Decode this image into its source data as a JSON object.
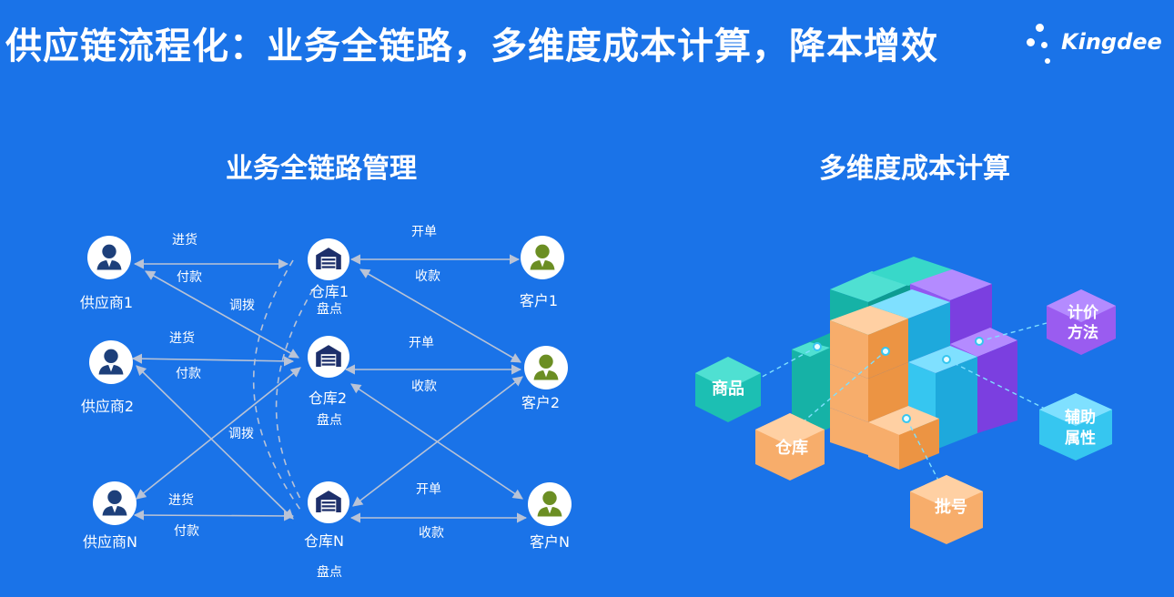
{
  "header": {
    "title": "供应链流程化：业务全链路，多维度成本计算，降本增效",
    "brand": "Kingdee"
  },
  "left": {
    "title": "业务全链路管理",
    "suppliers": [
      "供应商1",
      "供应商2",
      "供应商N"
    ],
    "warehouses": [
      "仓库1",
      "仓库2",
      "仓库N"
    ],
    "customers": [
      "客户1",
      "客户2",
      "客户N"
    ],
    "inventory_check": "盘点",
    "supplier_links": [
      {
        "purchase": "进货",
        "payment": "付款"
      },
      {
        "purchase": "进货",
        "payment": "付款"
      },
      {
        "purchase": "进货",
        "payment": "付款"
      }
    ],
    "customer_links": [
      {
        "billing": "开单",
        "collection": "收款"
      },
      {
        "billing": "开单",
        "collection": "收款"
      },
      {
        "billing": "开单",
        "collection": "收款"
      }
    ],
    "transfer": "调拨"
  },
  "right": {
    "title": "多维度成本计算",
    "dimensions": {
      "goods": "商品",
      "warehouse": "仓库",
      "batch": "批号",
      "pricing_method": [
        "计价",
        "方法"
      ],
      "aux_attr": [
        "辅助",
        "属性"
      ]
    },
    "colors": {
      "teal": "#1cbfb3",
      "orange": "#f7ad6b",
      "purple": "#9a5cf0",
      "cyan": "#36c6f0"
    }
  }
}
